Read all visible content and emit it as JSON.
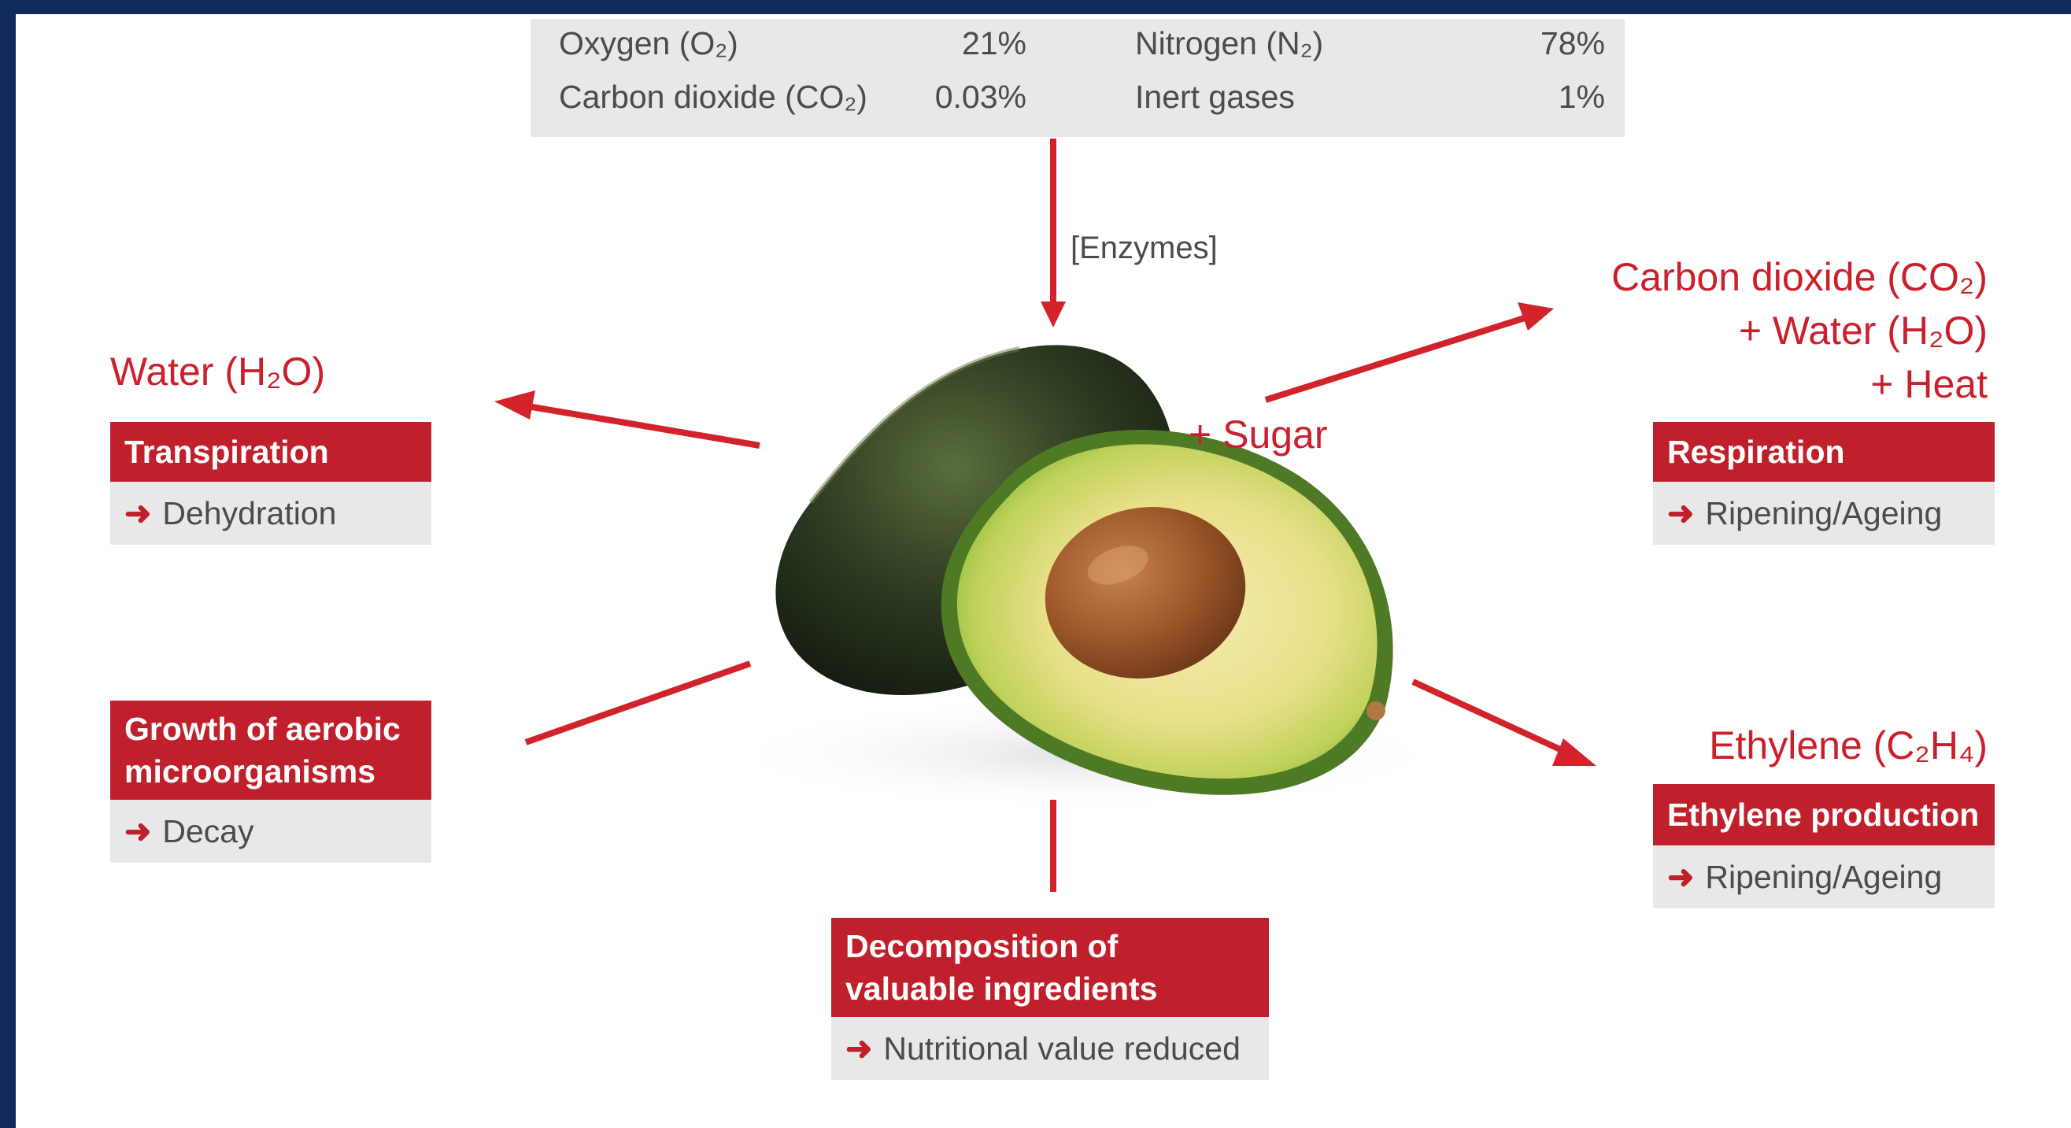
{
  "atmosphere": {
    "oxygen_label": "Oxygen (O₂)",
    "oxygen_value": "21%",
    "nitrogen_label": "Nitrogen (N₂)",
    "nitrogen_value": "78%",
    "co2_label": "Carbon dioxide (CO₂)",
    "co2_value": "0.03%",
    "inert_label": "Inert gases",
    "inert_value": "1%"
  },
  "enzymes_label": "[Enzymes]",
  "sugar_label": "+ Sugar",
  "outputs": {
    "water": "Water (H₂O)",
    "respiration_line1": "Carbon dioxide (CO₂)",
    "respiration_line2": "+ Water (H₂O)",
    "respiration_line3": "+ Heat",
    "ethylene": "Ethylene (C₂H₄)"
  },
  "processes": {
    "transpiration": {
      "title": "Transpiration",
      "effect": "Dehydration"
    },
    "respiration": {
      "title": "Respiration",
      "effect": "Ripening/Ageing"
    },
    "microorganisms": {
      "title_line1": "Growth of aerobic",
      "title_line2": "microorganisms",
      "effect": "Decay"
    },
    "ethylene": {
      "title": "Ethylene production",
      "effect": "Ripening/Ageing"
    },
    "decomposition": {
      "title_line1": "Decomposition of",
      "title_line2": "valuable ingredients",
      "effect": "Nutritional value reduced"
    }
  },
  "colors": {
    "accent_red": "#c0202b",
    "panel_grey": "#e8e8e9",
    "text_grey": "#4b4b4d",
    "frame_navy": "#102a5e"
  },
  "arrow_glyph": "➜"
}
